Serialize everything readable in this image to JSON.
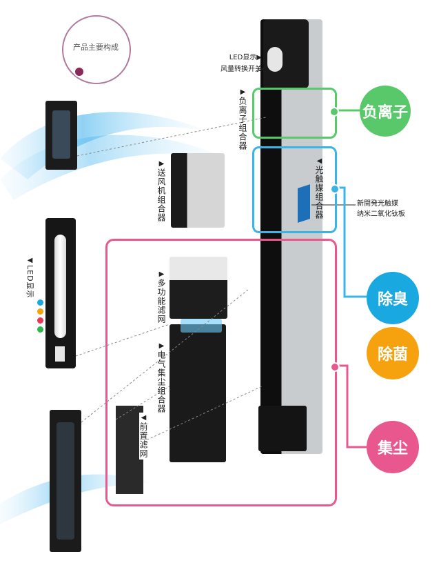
{
  "section_title": "产品主要构成",
  "labels": {
    "led_display": "LED显示",
    "airflow_switch": "风量转换开关",
    "negative_ion_assembly": "负离子组合器",
    "fan_assembly": "送风机组合器",
    "multi_function_filter": "多功能滤网",
    "photocatalyst_assembly": "光触媒组合器",
    "tio2_plate_line1": "新開発光触媒",
    "tio2_plate_line2": "纳米二氧化钛板",
    "electric_dust_collector": "电气集尘组合器",
    "pre_filter": "前置滤网",
    "left_led_display": "LED显示"
  },
  "functions": {
    "negative_ion": "负离子",
    "deodorize": "除臭",
    "sterilize": "除菌",
    "dust_collect": "集尘"
  },
  "colors": {
    "green": "#58c86a",
    "blue": "#1aa8e0",
    "orange": "#f5a20e",
    "pink": "#e8588e",
    "purple": "#8a2a5a"
  },
  "led_colors": [
    "#1aa8e0",
    "#f5a20e",
    "#e8385a",
    "#2db84a"
  ]
}
